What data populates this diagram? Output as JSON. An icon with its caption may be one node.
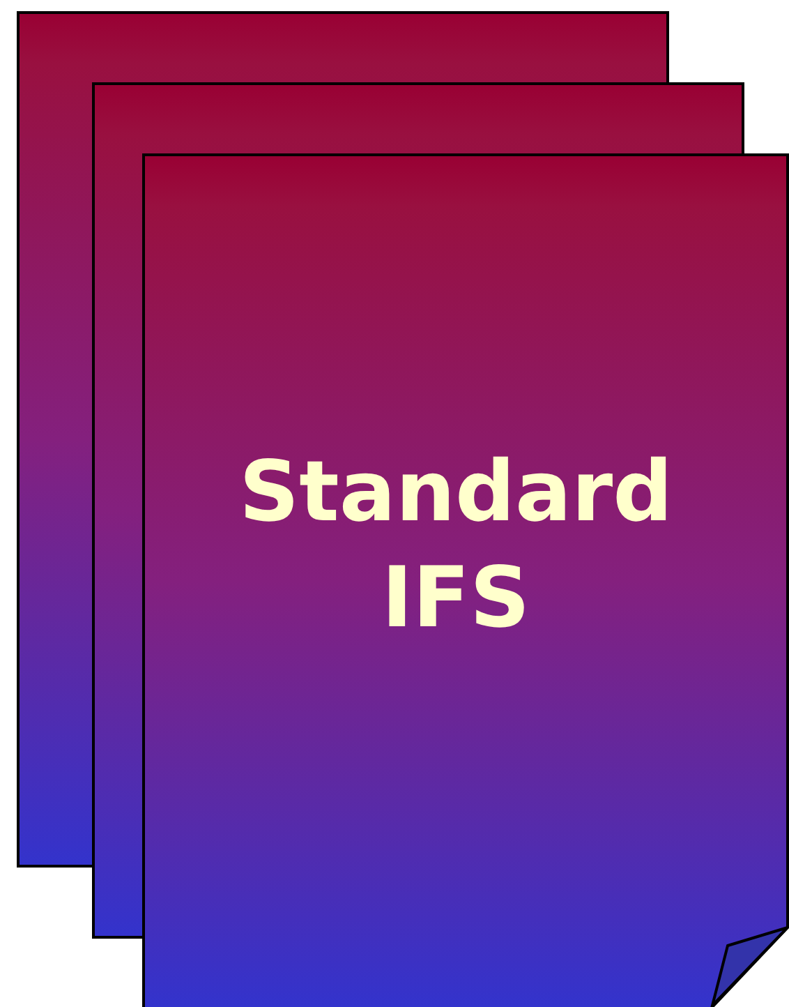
{
  "diagram": {
    "nodes": [
      {
        "text": [],
        "shape": "box"
      },
      {
        "text": [],
        "shape": "box"
      },
      {
        "text": [
          "Standard IFS"
        ]
      }
    ]
  }
}
